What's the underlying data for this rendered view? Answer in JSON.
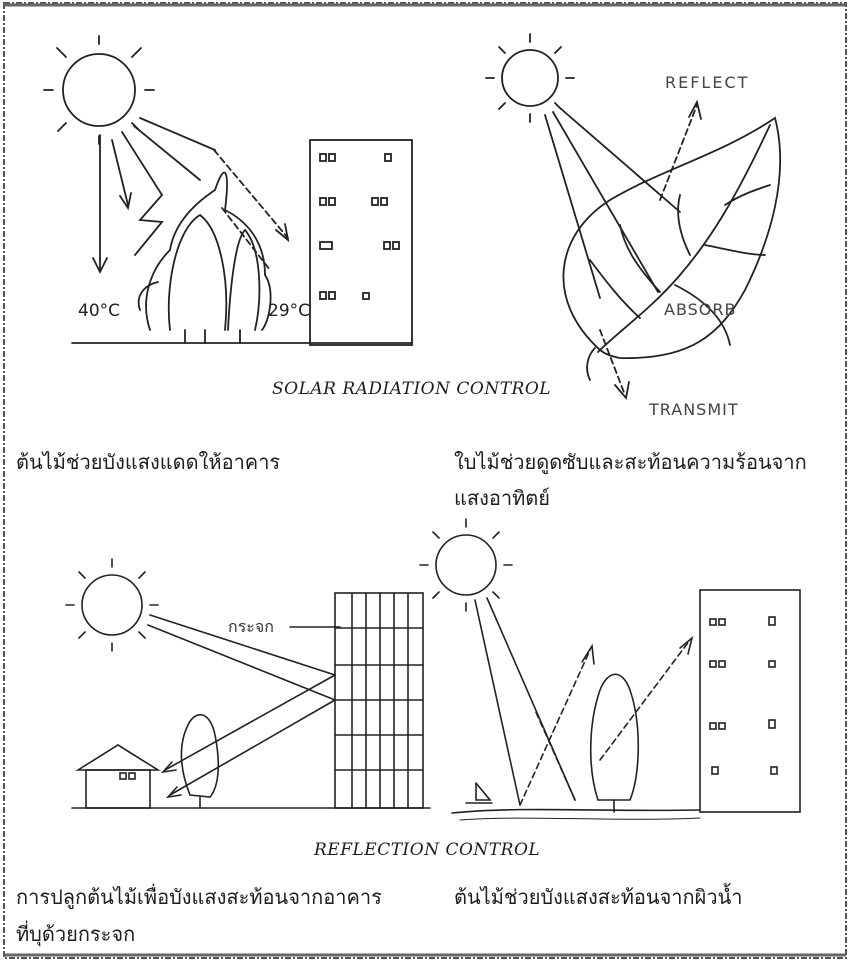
{
  "panel_1": {
    "temp_left": "40°C",
    "temp_right": "29°C",
    "description": "ต้นไม้ช่วยบังแสงแดดให้อาคาร"
  },
  "panel_2": {
    "reflect_label": "REFLECT",
    "absorb_label": "ABSORB",
    "transmit_label": "TRANSMIT",
    "description_line1": "ใบไม้ช่วยดูดซับและสะท้อนความร้อนจาก",
    "description_line2": "แสงอาทิตย์"
  },
  "section_1_caption": "SOLAR RADIATION CONTROL",
  "panel_3": {
    "glass_label": "กระจก",
    "description_line1": "การปลูกต้นไม้เพื่อบังแสงสะท้อนจากอาคาร",
    "description_line2": "ที่บุด้วยกระจก"
  },
  "panel_4": {
    "description": "ต้นไม้ช่วยบังแสงสะท้อนจากผิวน้ำ"
  },
  "section_2_caption": "REFLECTION CONTROL"
}
